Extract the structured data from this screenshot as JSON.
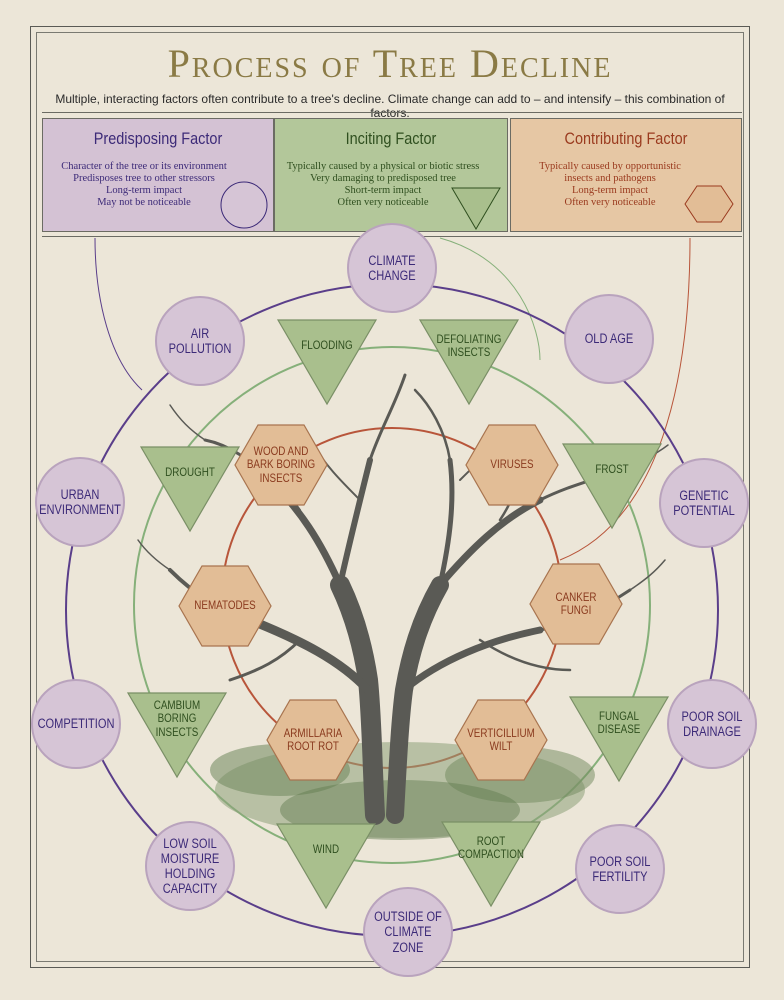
{
  "title": "Process of Tree Decline",
  "subtitle": "Multiple, interacting factors often contribute to a tree's decline. Climate change can add to – and intensify – this combination of factors.",
  "legend": {
    "predisposing": {
      "title": "Predisposing Factor",
      "lines": [
        "Character of the tree or its environment",
        "Predisposes tree to other stressors",
        "Long-term impact",
        "May not be noticeable"
      ]
    },
    "inciting": {
      "title": "Inciting Factor",
      "lines": [
        "Typically caused by a physical or biotic stress",
        "Very damaging to predisposed tree",
        "Short-term impact",
        "Often very noticeable"
      ]
    },
    "contributing": {
      "title": "Contributing Factor",
      "lines": [
        "Typically caused by opportunistic",
        "insects and pathogens",
        "Long-term impact",
        "Often very noticeable"
      ]
    }
  },
  "colors": {
    "background": "#ece6d8",
    "predisposing_fill": "#d6c5d6",
    "predisposing_ring": "#5a3e8a",
    "predisposing_text": "#3c2a78",
    "inciting_fill": "#a9bf8d",
    "inciting_ring": "#86b07a",
    "inciting_text": "#2f4f1f",
    "contributing_fill": "#e2bd96",
    "contributing_ring": "#b8553a",
    "contributing_text": "#8a3a1e"
  },
  "predisposing_factors": [
    "Climate Change",
    "Old Age",
    "Genetic Potential",
    "Poor Soil Drainage",
    "Poor Soil Fertility",
    "Outside of Climate Zone",
    "Low Soil Moisture Holding Capacity",
    "Competition",
    "Urban Environment",
    "Air Pollution"
  ],
  "inciting_factors": [
    "Flooding",
    "Defoliating Insects",
    "Frost",
    "Fungal Disease",
    "Root Compaction",
    "Wind",
    "Cambium Boring Insects",
    "Drought"
  ],
  "contributing_factors": [
    "Wood and Bark Boring Insects",
    "Viruses",
    "Canker Fungi",
    "Verticillium Wilt",
    "Armillaria Root Rot",
    "Nematodes"
  ],
  "center_icon": "bare-oak-tree-icon"
}
